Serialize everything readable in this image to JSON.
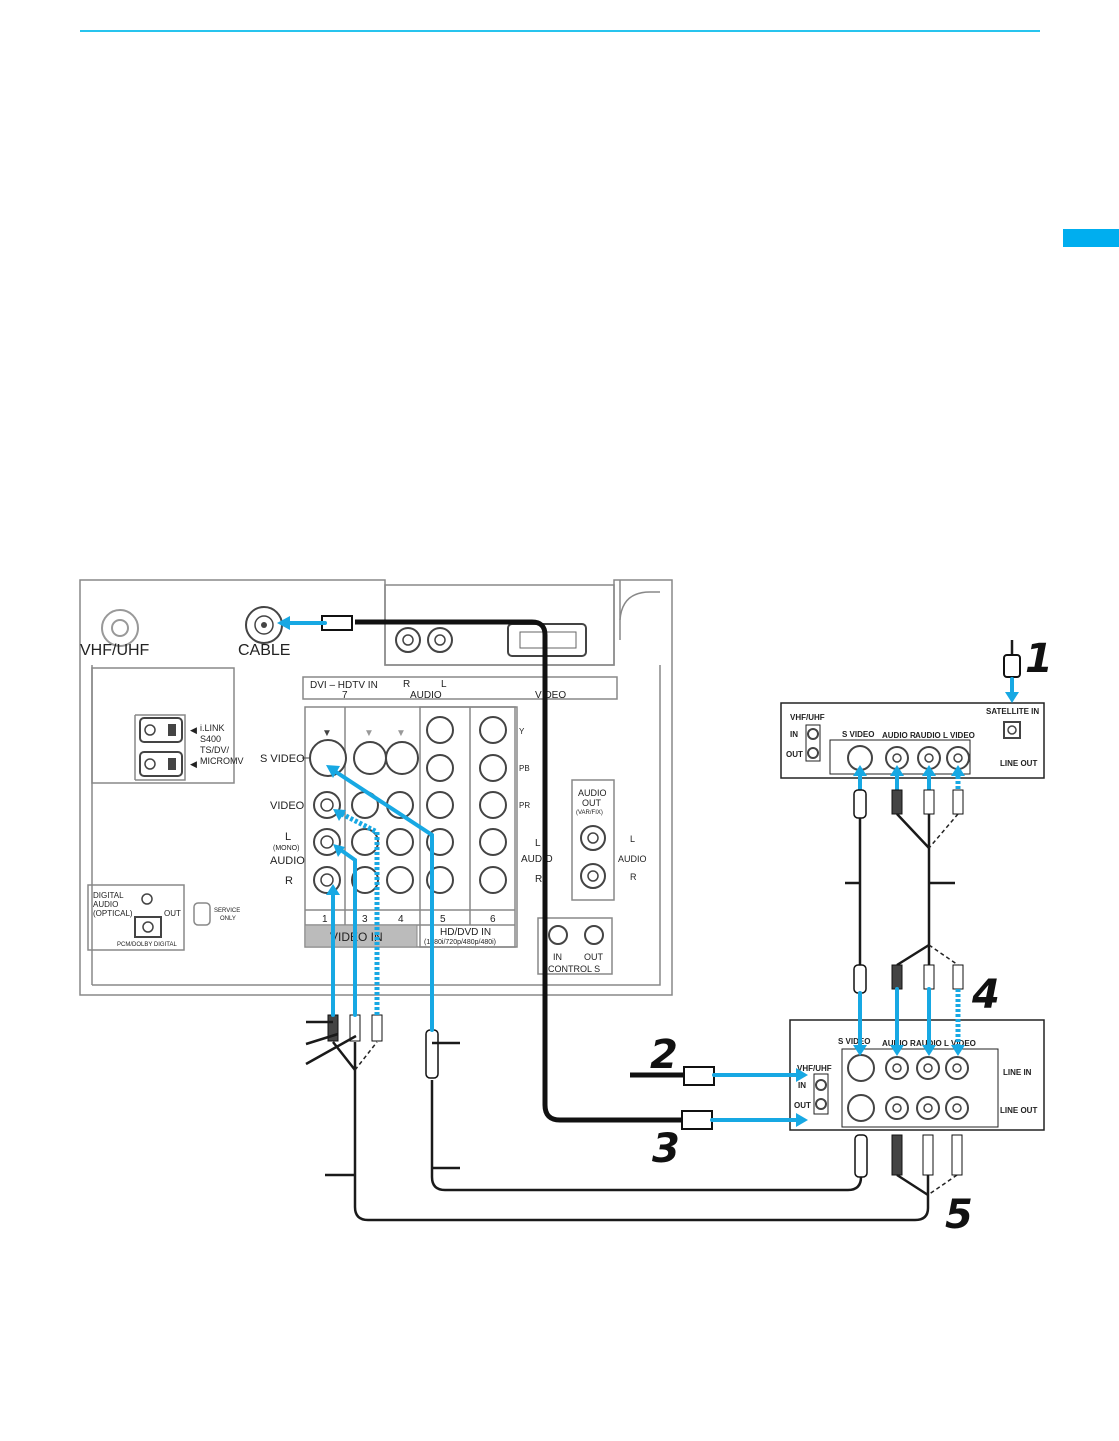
{
  "tv_panel": {
    "vhf_uhf": "VHF/UHF",
    "cable": "CABLE",
    "dvi_header": "DVI – HDTV   IN",
    "dvi_number": "7",
    "audio_r": "R",
    "audio_l": "L",
    "audio_word": "AUDIO",
    "video_word": "VIDEO",
    "ilink": "i.LINK",
    "s400": "S400",
    "ts_dv": "TS/DV/",
    "micromv": "MICROMV",
    "s_video": "S VIDEO",
    "video": "VIDEO",
    "l_label": "L",
    "mono": "(MONO)",
    "r_label": "R",
    "y": "Y",
    "pb": "PB",
    "pr": "PR",
    "audio_out": "AUDIO",
    "audio_out2": "OUT",
    "var_fix": "(VAR/FIX)",
    "out_l": "L",
    "out_r": "R",
    "col_1": "1",
    "col_3": "3",
    "col_4": "4",
    "col_5": "5",
    "col_6": "6",
    "video_in": "VIDEO IN",
    "hd_dvd_in": "HD/DVD IN",
    "hd_formats": "(1080i/720p/480p/480i)",
    "control_in": "IN",
    "control_out": "OUT",
    "control_s": "CONTROL S",
    "digital_audio": "DIGITAL",
    "digital_audio2": "AUDIO",
    "optical": "(OPTICAL)",
    "out": "OUT",
    "pcm": "PCM/DOLBY DIGITAL",
    "service": "SERVICE",
    "only": "ONLY"
  },
  "satellite_box": {
    "vhf_uhf": "VHF/UHF",
    "in": "IN",
    "out": "OUT",
    "s_video": "S VIDEO",
    "audio_r": "AUDIO R",
    "audio_l": "AUDIO L",
    "video": "VIDEO",
    "satellite_in": "SATELLITE IN",
    "line_out": "LINE OUT"
  },
  "vcr": {
    "s_video": "S VIDEO",
    "audio_r": "AUDIO R",
    "audio_l": "AUDIO L",
    "video": "VIDEO",
    "vhf_uhf": "VHF/UHF",
    "in": "IN",
    "out": "OUT",
    "line_in": "LINE IN",
    "line_out": "LINE OUT"
  },
  "callouts": {
    "n1": "1",
    "n2": "2",
    "n3": "3",
    "n4": "4",
    "n5": "5"
  }
}
